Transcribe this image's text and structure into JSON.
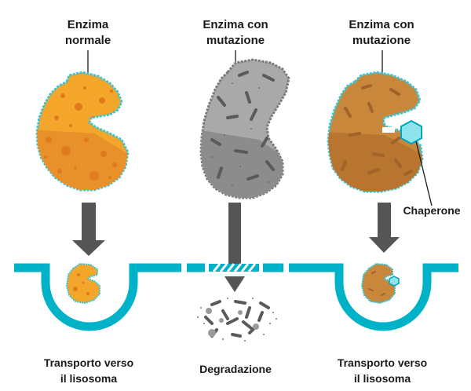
{
  "panels": [
    {
      "title_line1": "Enzima",
      "title_line2": "normale",
      "caption_line1": "Transporto verso",
      "caption_line2": "il lisosoma"
    },
    {
      "title_line1": "Enzima con",
      "title_line2": "mutazione",
      "caption_line1": "Degradazione",
      "caption_line2": ""
    },
    {
      "title_line1": "Enzima con",
      "title_line2": "mutazione",
      "caption_line1": "Transporto verso",
      "caption_line2": "il lisosoma",
      "chaperone_label": "Chaperone"
    }
  ],
  "colors": {
    "normal_enzyme": "#f4a62a",
    "normal_enzyme_dark": "#e8902a",
    "mutated_enzyme": "#a9a9a9",
    "mutated_enzyme_dark": "#8c8c8c",
    "rescued_enzyme": "#c8873a",
    "membrane": "#00b2c8",
    "outline": "#3cc3d4",
    "arrow": "#555555",
    "chaperone": "#8fe3ec"
  },
  "icons": {
    "arrow": "down-arrow-icon",
    "chaperone": "hexagon-icon"
  }
}
